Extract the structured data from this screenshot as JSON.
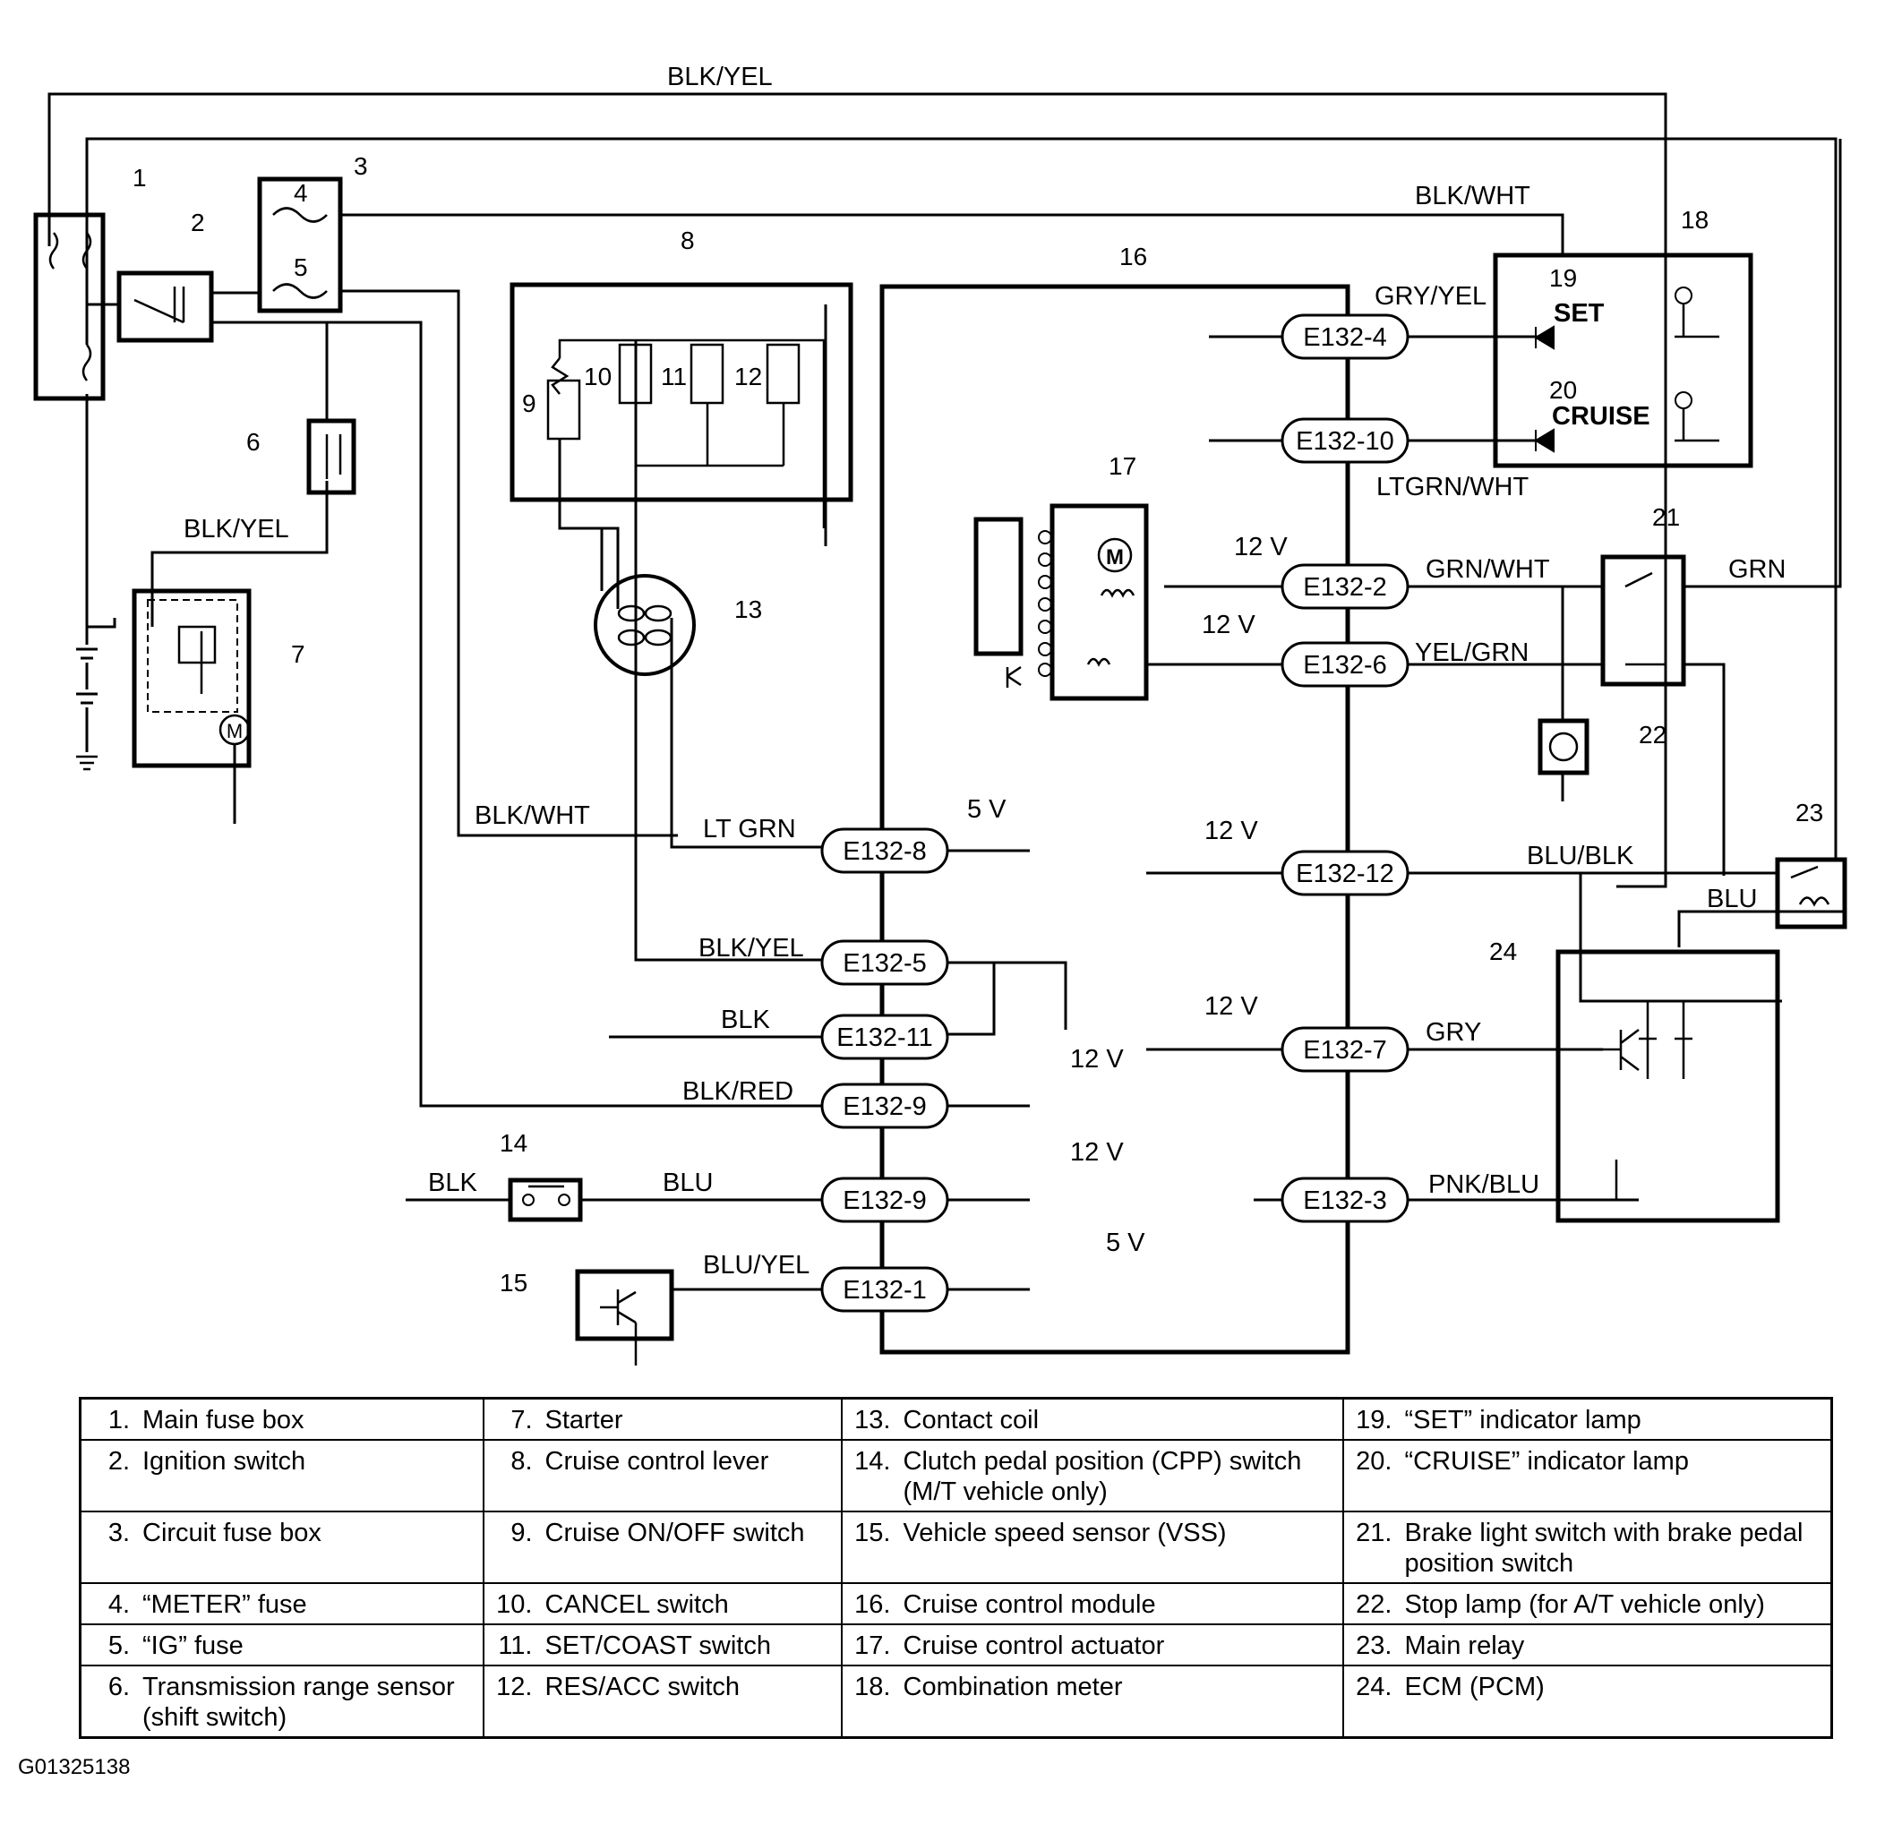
{
  "wire_colors": {
    "top_loop": "BLK/YEL",
    "meter_to_combination": "BLK/WHT",
    "set_line": "GRY/YEL",
    "cruise_line": "LTGRN/WHT",
    "brake_switch_in": "GRN/WHT",
    "brake_switch_out": "GRN",
    "brake_switch_lower": "YEL/GRN",
    "ecm_main": "BLU/BLK",
    "main_relay": "BLU",
    "ecm_gry": "GRY",
    "ecm_pnk": "PNK/BLU",
    "starter_feed": "BLK/YEL",
    "ig_feed": "BLK/WHT",
    "coil_ltgrn": "LT GRN",
    "coil_blkyel": "BLK/YEL",
    "ground_blk": "BLK",
    "ig_blkred": "BLK/RED",
    "cpp_blk": "BLK",
    "cpp_blu": "BLU",
    "vss": "BLU/YEL"
  },
  "pins": {
    "p4": "E132-4",
    "p10": "E132-10",
    "p2": "E132-2",
    "p6": "E132-6",
    "p12": "E132-12",
    "p7": "E132-7",
    "p3": "E132-3",
    "p8": "E132-8",
    "p5": "E132-5",
    "p11": "E132-11",
    "p9a": "E132-9",
    "p9b": "E132-9",
    "p1": "E132-1"
  },
  "voltages": {
    "v12": "12 V",
    "v5": "5 V"
  },
  "lamps": {
    "set": "SET",
    "cruise": "CRUISE"
  },
  "motor_symbol": "M",
  "callouts": [
    "1",
    "2",
    "3",
    "4",
    "5",
    "6",
    "7",
    "8",
    "9",
    "10",
    "11",
    "12",
    "13",
    "14",
    "15",
    "16",
    "17",
    "18",
    "19",
    "20",
    "21",
    "22",
    "23",
    "24"
  ],
  "legend": [
    [
      {
        "num": "1.",
        "text": "Main fuse box"
      },
      {
        "num": "7.",
        "text": "Starter"
      },
      {
        "num": "13.",
        "text": "Contact coil"
      },
      {
        "num": "19.",
        "text": "“SET” indicator lamp"
      }
    ],
    [
      {
        "num": "2.",
        "text": "Ignition switch"
      },
      {
        "num": "8.",
        "text": "Cruise control lever"
      },
      {
        "num": "14.",
        "text": "Clutch pedal position (CPP) switch (M/T vehicle only)"
      },
      {
        "num": "20.",
        "text": "“CRUISE” indicator lamp"
      }
    ],
    [
      {
        "num": "3.",
        "text": "Circuit fuse box"
      },
      {
        "num": "9.",
        "text": "Cruise ON/OFF switch"
      },
      {
        "num": "15.",
        "text": "Vehicle speed sensor (VSS)"
      },
      {
        "num": "21.",
        "text": "Brake light switch with brake pedal position switch"
      }
    ],
    [
      {
        "num": "4.",
        "text": "“METER” fuse"
      },
      {
        "num": "10.",
        "text": "CANCEL switch"
      },
      {
        "num": "16.",
        "text": "Cruise control module"
      },
      {
        "num": "22.",
        "text": "Stop lamp (for A/T vehicle only)"
      }
    ],
    [
      {
        "num": "5.",
        "text": "“IG” fuse"
      },
      {
        "num": "11.",
        "text": "SET/COAST switch"
      },
      {
        "num": "17.",
        "text": "Cruise control actuator"
      },
      {
        "num": "23.",
        "text": "Main relay"
      }
    ],
    [
      {
        "num": "6.",
        "text": "Transmission range sensor (shift switch)"
      },
      {
        "num": "12.",
        "text": "RES/ACC switch"
      },
      {
        "num": "18.",
        "text": "Combination meter"
      },
      {
        "num": "24.",
        "text": "ECM (PCM)"
      }
    ]
  ],
  "figure_id": "G01325138"
}
